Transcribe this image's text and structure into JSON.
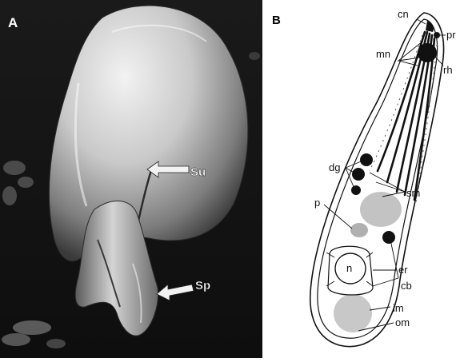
{
  "panel_a": {
    "label": "A",
    "callouts": {
      "su": "Su",
      "sp": "Sp"
    }
  },
  "panel_b": {
    "label": "B",
    "labels": {
      "cn": "cn",
      "pr": "pr",
      "mn": "mn",
      "rh": "rh",
      "dg": "dg",
      "sm": "sm",
      "p": "p",
      "n": "n",
      "er": "er",
      "cb": "cb",
      "im": "im",
      "om": "om"
    }
  },
  "colors": {
    "micrograph_background": "#161616",
    "cell_highlight": "#e2e2e2",
    "arrow_fill": "#f2f2f2",
    "diagram_line": "#111111",
    "gray_body": "#c3c3c3"
  }
}
